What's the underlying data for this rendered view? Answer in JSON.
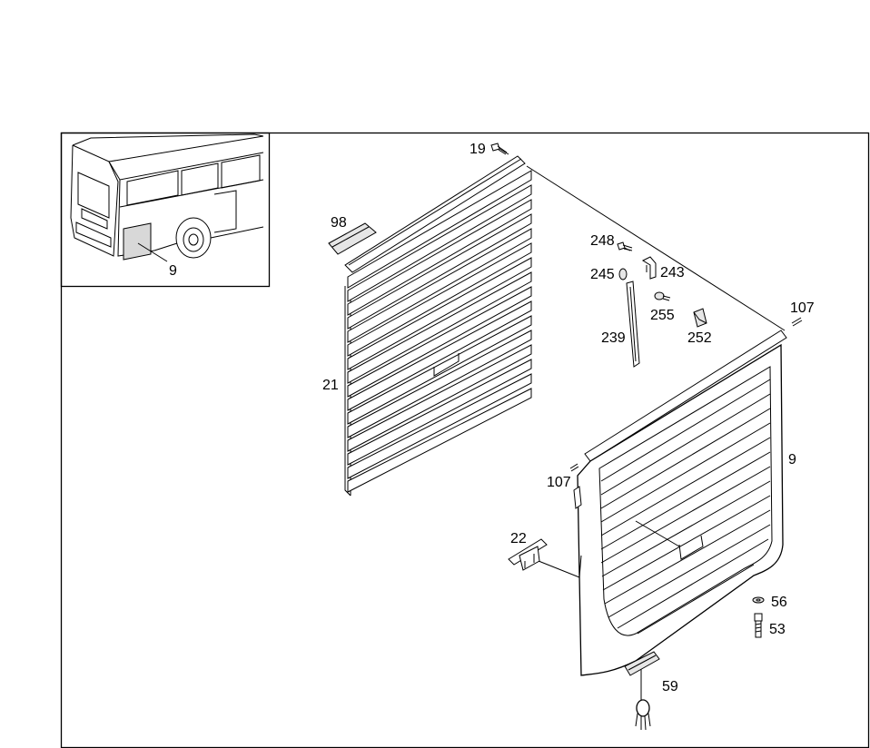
{
  "diagram": {
    "inset": {
      "callout": "9"
    },
    "callouts": {
      "c19": "19",
      "c98": "98",
      "c21": "21",
      "c248": "248",
      "c245": "245",
      "c243": "243",
      "c255": "255",
      "c239": "239",
      "c252": "252",
      "c107_right": "107",
      "c9": "9",
      "c107_left": "107",
      "c22": "22",
      "c56": "56",
      "c53": "53",
      "c59": "59"
    }
  }
}
